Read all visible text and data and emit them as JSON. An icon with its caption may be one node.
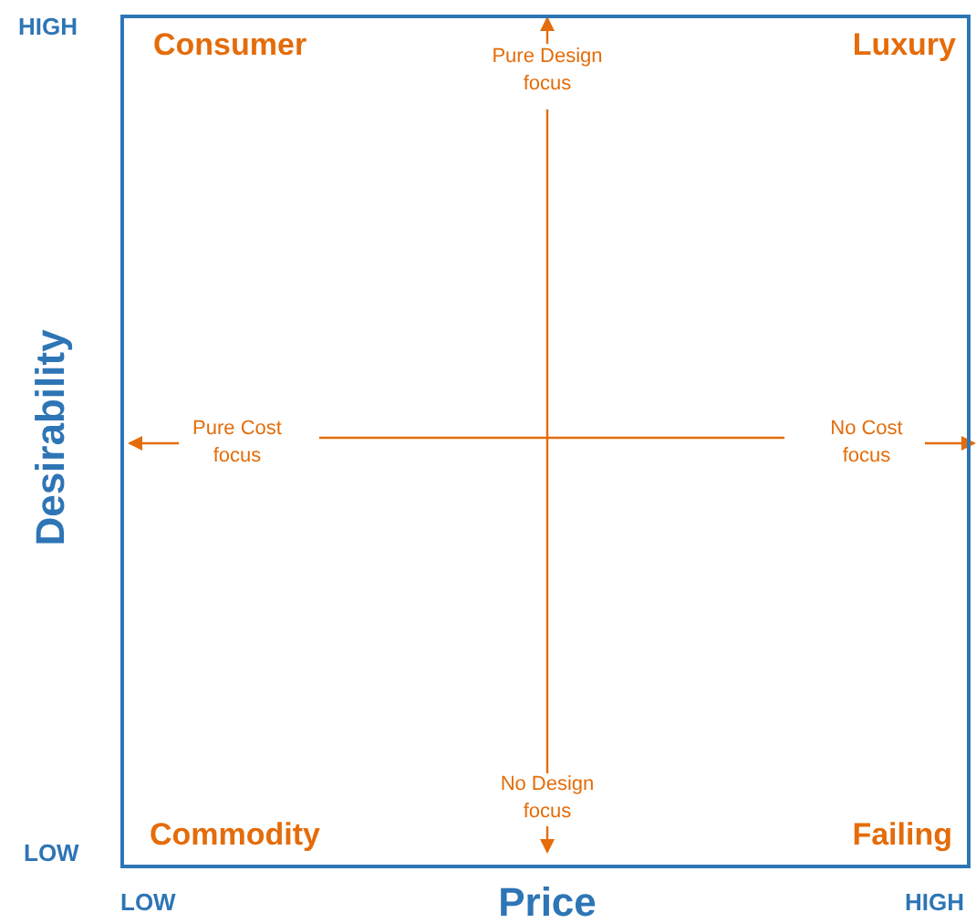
{
  "diagram": {
    "nodes": [
      {
        "text": [
          "Consumer",
          "Luxury",
          "Commodity",
          "Failing"
        ]
      },
      {
        "text": [
          "Pure Design focus"
        ],
        "in": 0
      },
      {
        "text": [
          "Pure Cost focus"
        ],
        "in": 0
      },
      {
        "text": [
          "No Cost focus"
        ],
        "in": 0
      },
      {
        "text": [
          "No Design focus"
        ],
        "in": 0
      }
    ],
    "edges": [
      {
        "from": 1,
        "to": null,
        "arrow": "to"
      },
      {
        "from": 2,
        "to": null,
        "arrow": "to"
      },
      {
        "from": 3,
        "to": null,
        "arrow": "to"
      },
      {
        "from": 4,
        "to": null,
        "arrow": "to"
      }
    ],
    "labels": [
      "HIGH",
      "Desirability",
      "LOW",
      "LOW",
      "Price",
      "HIGH"
    ]
  }
}
